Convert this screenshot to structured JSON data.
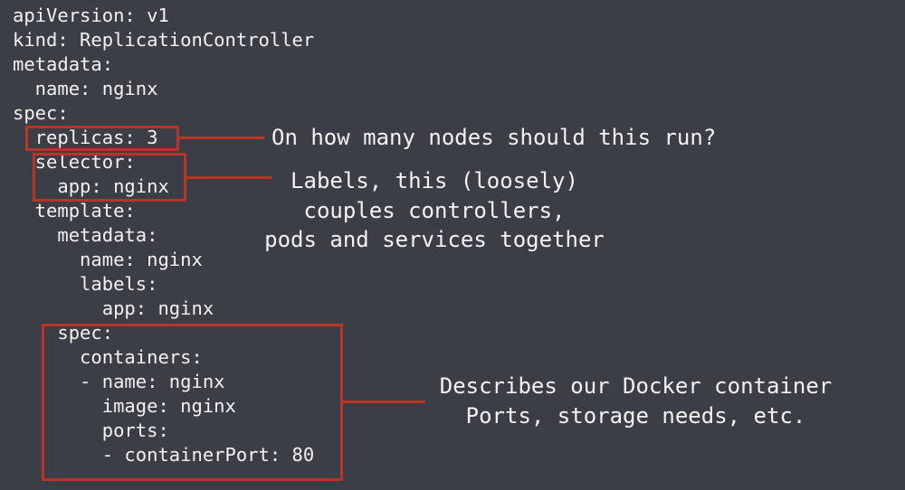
{
  "code_lines": [
    "apiVersion: v1",
    "kind: ReplicationController",
    "metadata:",
    "  name: nginx",
    "spec:",
    "  replicas: 3",
    "  selector:",
    "    app: nginx",
    "  template:",
    "    metadata:",
    "      name: nginx",
    "      labels:",
    "        app: nginx",
    "    spec:",
    "      containers:",
    "      - name: nginx",
    "        image: nginx",
    "        ports:",
    "        - containerPort: 80"
  ],
  "annotations": {
    "replicas": [
      "On how many nodes should this run?"
    ],
    "selector": [
      "Labels, this (loosely)",
      "couples controllers,",
      "pods and services together"
    ],
    "spec": [
      "Describes our Docker container",
      "Ports, storage needs, etc."
    ]
  },
  "colors": {
    "background": "#3b3e45",
    "highlight": "#b8352a",
    "text": "#f2f2f2"
  }
}
